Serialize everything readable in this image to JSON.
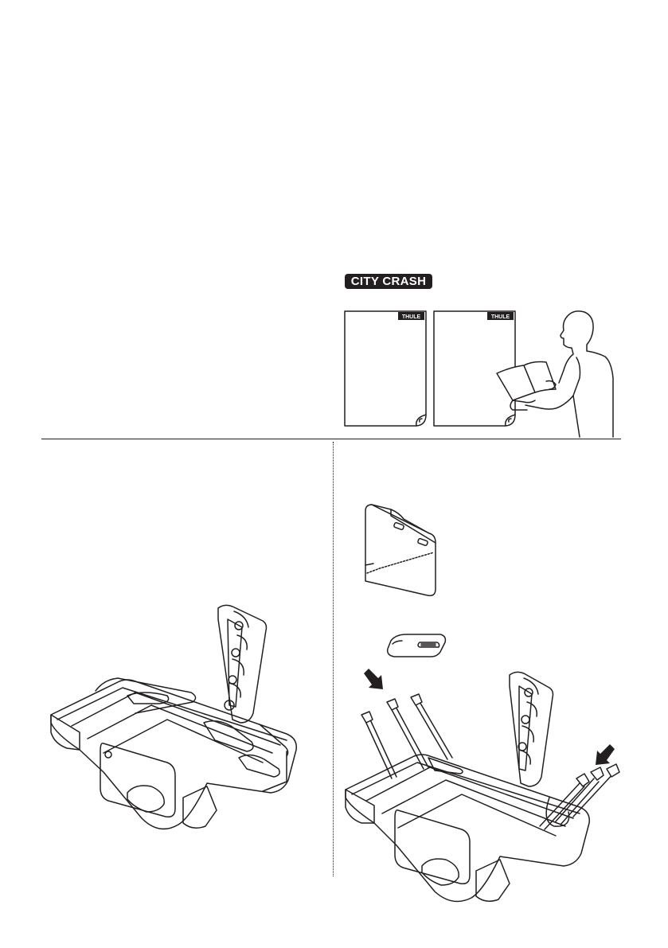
{
  "badge": {
    "label": "CITY CRASH"
  },
  "manuals": [
    {
      "brand": "THULE"
    },
    {
      "brand": "THULE"
    }
  ],
  "colors": {
    "ink": "#231f20",
    "paper": "#ffffff"
  }
}
